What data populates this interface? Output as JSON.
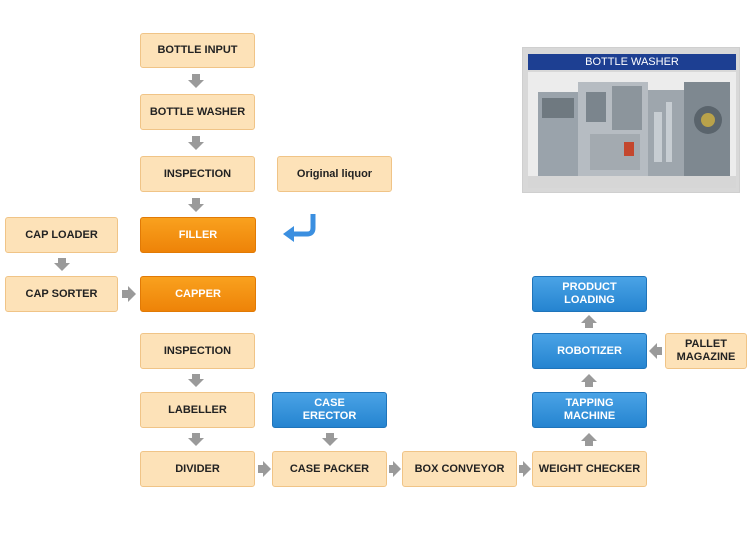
{
  "boxes": {
    "bottle_input": "BOTTLE INPUT",
    "bottle_washer": "BOTTLE WASHER",
    "inspection_1": "INSPECTION",
    "original_liquor": "Original liquor",
    "filler": "FILLER",
    "cap_loader": "CAP LOADER",
    "cap_sorter": "CAP SORTER",
    "capper": "CAPPER",
    "inspection_2": "INSPECTION",
    "labeller": "LABELLER",
    "divider": "DIVIDER",
    "case_erector": "CASE\nERECTOR",
    "case_packer": "CASE PACKER",
    "box_conveyor": "BOX CONVEYOR",
    "weight_checker": "WEIGHT CHECKER",
    "tapping_machine": "TAPPING\nMACHINE",
    "robotizer": "ROBOTIZER",
    "pallet_magazine": "PALLET\nMAGAZINE",
    "product_loading": "PRODUCT\nLOADING"
  },
  "photo_panel": {
    "title": "BOTTLE WASHER"
  },
  "colors": {
    "beige": "#fde2b8",
    "orange": "#f28c0f",
    "blue": "#2f8ed8",
    "arrow_gray": "#9a9a9a",
    "return_arrow": "#3b8fe0",
    "panel_title": "#1d3f92"
  }
}
